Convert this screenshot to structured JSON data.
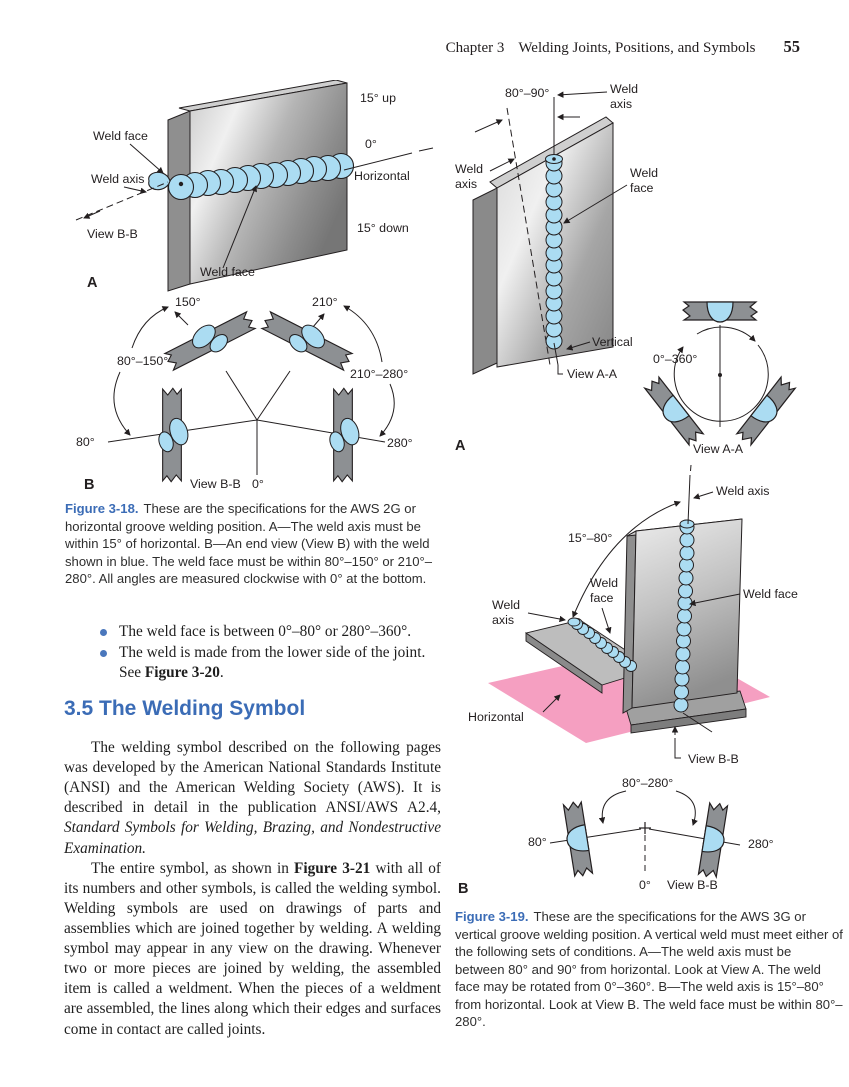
{
  "header": {
    "chapter": "Chapter 3",
    "title": "Welding Joints, Positions, and Symbols",
    "page_number": "55"
  },
  "colors": {
    "accent_blue": "#3b6cb6",
    "bullet_blue": "#4a77bc",
    "weld_blue": "#abdcf2",
    "plane_pink": "#f59fc1",
    "plate_gray": "#8d9093",
    "ink": "#231f20"
  },
  "words": {
    "weld": "Weld",
    "axis": "axis",
    "face": "face"
  },
  "fig318": {
    "a": {
      "weld_face_top": "Weld face",
      "weld_axis": "Weld axis",
      "view_bb": "View B-B",
      "up15": "15° up",
      "deg0": "0°",
      "horizontal": "Horizontal",
      "down15": "15° down",
      "weld_face_bottom": "Weld face",
      "marker": "A"
    },
    "b": {
      "deg150": "150°",
      "deg210": "210°",
      "range_left": "80°–150°",
      "range_right": "210°–280°",
      "deg80": "80°",
      "deg280": "280°",
      "view_bb": "View B-B",
      "deg0": "0°",
      "marker": "B"
    },
    "caption_label": "Figure 3-18.",
    "caption_text": "These are the specifications for the AWS 2G or horizontal groove welding position. A—The weld axis must be within 15° of horizontal. B—An end view (View B) with the weld shown in blue. The weld face must be within 80°–150° or 210°–280°. All angles are measured clockwise with 0° at the bottom."
  },
  "bullets": {
    "b1": "The weld face is between 0°–80° or 280°–360°.",
    "b2_pre": "The weld is made from the lower side of the joint. See ",
    "b2_bold": "Figure 3-20",
    "b2_post": "."
  },
  "section": {
    "heading": "3.5 The Welding Symbol",
    "p1a": "The welding symbol described on the following pages was developed by the American National Standards Institute (ANSI) and the American Welding Society (AWS). It is described in detail in the publication ANSI/AWS A2.4, ",
    "p1b_italic": "Standard Symbols for Welding, Brazing, and Nondestructive Examination.",
    "p2a": "The entire symbol, as shown in ",
    "p2b_bold": "Figure 3-21",
    "p2c": " with all of its numbers and other symbols, is called the welding symbol. Welding symbols are used on drawings of parts and assemblies which are joined together by welding. A welding symbol may appear in any view on the drawing. Whenever two or more pieces are joined by welding, the assembled item is called a weldment. When the pieces of a weldment are assembled, the lines along which their edges and surfaces come in contact are called joints."
  },
  "fig319": {
    "a": {
      "range_80_90": "80°–90°",
      "vertical": "Vertical",
      "view_aa": "View A-A",
      "marker": "A",
      "circle_range": "0°–360°",
      "circle_view": "View A-A"
    },
    "mid": {
      "weld_axis_top": "Weld axis",
      "range_15_80": "15°–80°",
      "weld_face_right": "Weld face",
      "horizontal": "Horizontal",
      "view_bb": "View B-B"
    },
    "b": {
      "range_80_280": "80°–280°",
      "deg80": "80°",
      "deg280": "280°",
      "deg0": "0°",
      "view_bb": "View B-B",
      "marker": "B"
    },
    "caption_label": "Figure 3-19.",
    "caption_text": "These are the specifications for the AWS 3G or vertical groove welding position. A vertical weld must meet either of the following sets of conditions. A—The weld axis must be between 80° and 90° from horizontal. Look at View A. The weld face may be rotated from 0°–360°. B—The weld axis is 15°–80° from horizontal. Look at View B. The weld face must be within 80°–280°."
  }
}
